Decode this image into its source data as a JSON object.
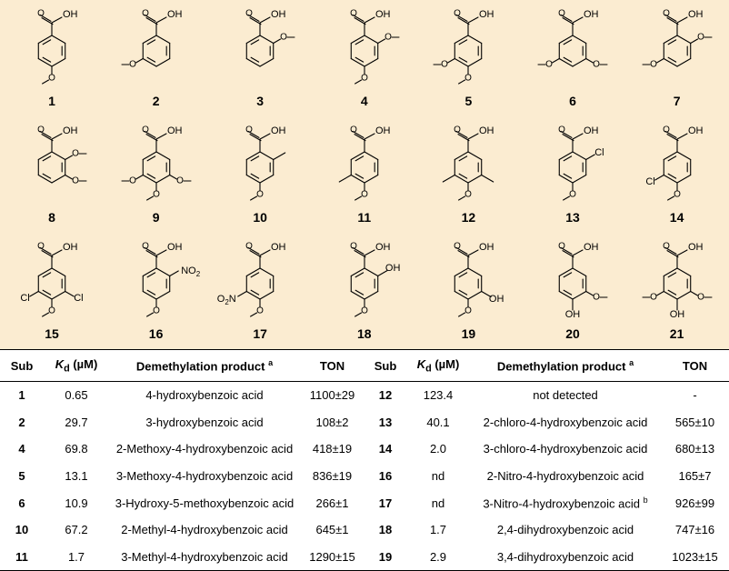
{
  "figure": {
    "compounds": [
      {
        "id": "1",
        "subs": {
          "p": "OMe"
        }
      },
      {
        "id": "2",
        "subs": {
          "m1": "OMe"
        }
      },
      {
        "id": "3",
        "subs": {
          "o2": "OMe"
        }
      },
      {
        "id": "4",
        "subs": {
          "o2": "OMe",
          "p": "OMe"
        }
      },
      {
        "id": "5",
        "subs": {
          "m1": "OMe",
          "p": "OMe"
        }
      },
      {
        "id": "6",
        "subs": {
          "m1": "OMe",
          "m2": "OMe"
        }
      },
      {
        "id": "7",
        "subs": {
          "o2": "OMe",
          "m1": "OMe"
        }
      },
      {
        "id": "8",
        "subs": {
          "o2": "OMe",
          "m2": "OMe"
        }
      },
      {
        "id": "9",
        "subs": {
          "m1": "OMe",
          "p": "OMe",
          "m2": "OMe"
        }
      },
      {
        "id": "10",
        "subs": {
          "o2": "Me",
          "p": "OMe"
        }
      },
      {
        "id": "11",
        "subs": {
          "m1": "Me",
          "p": "OMe"
        }
      },
      {
        "id": "12",
        "subs": {
          "m1": "Me",
          "m2": "Me",
          "p": "OMe"
        }
      },
      {
        "id": "13",
        "subs": {
          "o2": "Cl",
          "p": "OMe"
        }
      },
      {
        "id": "14",
        "subs": {
          "m1": "Cl",
          "p": "OMe"
        }
      },
      {
        "id": "15",
        "subs": {
          "m1": "Cl",
          "m2": "Cl",
          "p": "OMe"
        }
      },
      {
        "id": "16",
        "subs": {
          "o2": "NO2",
          "p": "OMe"
        }
      },
      {
        "id": "17",
        "subs": {
          "m1": "NO2",
          "p": "OMe"
        }
      },
      {
        "id": "18",
        "subs": {
          "o2": "OH",
          "p": "OMe"
        }
      },
      {
        "id": "19",
        "subs": {
          "m2": "OH",
          "p": "OMe"
        }
      },
      {
        "id": "20",
        "subs": {
          "m2": "OMe",
          "p": "OH"
        }
      },
      {
        "id": "21",
        "subs": {
          "m1": "OMe",
          "m2": "OMe",
          "p": "OH"
        }
      }
    ],
    "labels": {
      "acid": "OH",
      "cl": "Cl",
      "no2_right": "NO",
      "no2_left": "O",
      "no2_left2": "N",
      "two": "2",
      "oh": "OH"
    }
  },
  "table": {
    "headers": {
      "sub": "Sub",
      "kd_k": "K",
      "kd_sub": "d",
      "kd_unit": " (µM)",
      "product": "Demethylation product",
      "product_note": "a",
      "ton": "TON"
    },
    "rows": [
      {
        "left": {
          "sub": "1",
          "kd": "0.65",
          "product": "4-hydroxybenzoic acid",
          "note": "",
          "ton": "1100±29"
        },
        "right": {
          "sub": "12",
          "kd": "123.4",
          "product": "not detected",
          "note": "",
          "ton": "-"
        }
      },
      {
        "left": {
          "sub": "2",
          "kd": "29.7",
          "product": "3-hydroxybenzoic acid",
          "note": "",
          "ton": "108±2"
        },
        "right": {
          "sub": "13",
          "kd": "40.1",
          "product": "2-chloro-4-hydroxybenzoic acid",
          "note": "",
          "ton": "565±10"
        }
      },
      {
        "left": {
          "sub": "4",
          "kd": "69.8",
          "product": "2-Methoxy-4-hydroxybenzoic acid",
          "note": "",
          "ton": "418±19"
        },
        "right": {
          "sub": "14",
          "kd": "2.0",
          "product": "3-chloro-4-hydroxybenzoic acid",
          "note": "",
          "ton": "680±13"
        }
      },
      {
        "left": {
          "sub": "5",
          "kd": "13.1",
          "product": "3-Methoxy-4-hydroxybenzoic acid",
          "note": "",
          "ton": "836±19"
        },
        "right": {
          "sub": "16",
          "kd": "nd",
          "product": "2-Nitro-4-hydroxybenzoic acid",
          "note": "",
          "ton": "165±7"
        }
      },
      {
        "left": {
          "sub": "6",
          "kd": "10.9",
          "product": "3-Hydroxy-5-methoxybenzoic acid",
          "note": "",
          "ton": "266±1"
        },
        "right": {
          "sub": "17",
          "kd": "nd",
          "product": "3-Nitro-4-hydroxybenzoic acid",
          "note": "b",
          "ton": "926±99"
        }
      },
      {
        "left": {
          "sub": "10",
          "kd": "67.2",
          "product": "2-Methyl-4-hydroxybenzoic acid",
          "note": "",
          "ton": "645±1"
        },
        "right": {
          "sub": "18",
          "kd": "1.7",
          "product": "2,4-dihydroxybenzoic acid",
          "note": "",
          "ton": "747±16"
        }
      },
      {
        "left": {
          "sub": "11",
          "kd": "1.7",
          "product": "3-Methyl-4-hydroxybenzoic acid",
          "note": "",
          "ton": "1290±15"
        },
        "right": {
          "sub": "19",
          "kd": "2.9",
          "product": "3,4-dihydroxybenzoic acid",
          "note": "",
          "ton": "1023±15"
        }
      }
    ]
  }
}
